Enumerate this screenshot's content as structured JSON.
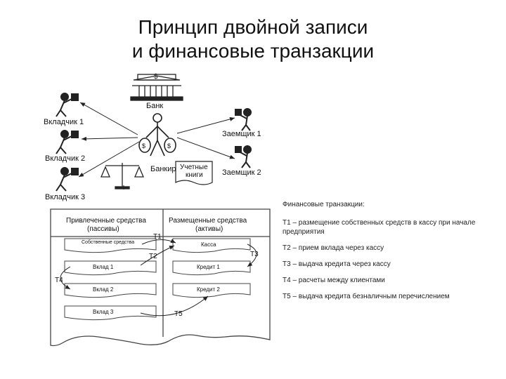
{
  "slide": {
    "title_line1": "Принцип двойной записи",
    "title_line2": "и финансовые транзакции"
  },
  "top_diagram": {
    "bank_label": "Банк",
    "bank_symbol": "$",
    "depositors": [
      "Вкладчик 1",
      "Вкладчик 2",
      "Вкладчик 3"
    ],
    "borrowers": [
      "Заемщик 1",
      "Заемщик 2"
    ],
    "banker_label": "Банкир",
    "books_line1": "Учетные",
    "books_line2": "книги",
    "coin_symbol": "$",
    "icons": [
      "bank-building-icon",
      "depositor-figure-icon",
      "borrower-figure-icon",
      "banker-figure-icon",
      "scales-icon",
      "ledger-icon"
    ]
  },
  "balance_diagram": {
    "left_header_line1": "Привлеченные средства",
    "left_header_line2": "(пассивы)",
    "right_header_line1": "Размещенные средства",
    "right_header_line2": "(активы)",
    "left_rows": [
      "Собственные средства",
      "Вклад 1",
      "Вклад 2",
      "Вклад 3"
    ],
    "right_rows": [
      "Касса",
      "Кредит 1",
      "Кредит 2"
    ],
    "transactions": [
      "T1",
      "T2",
      "T3",
      "T4",
      "T5"
    ]
  },
  "legend": {
    "heading": "Финансовые транзакции:",
    "items": [
      "Т1 – размещение собственных средств в кассу при начале предприятия",
      "Т2 – прием вклада через кассу",
      "Т3 – выдача кредита через кассу",
      "Т4 – расчеты между клиентами",
      "Т5 – выдача кредита безналичным перечислением"
    ]
  }
}
